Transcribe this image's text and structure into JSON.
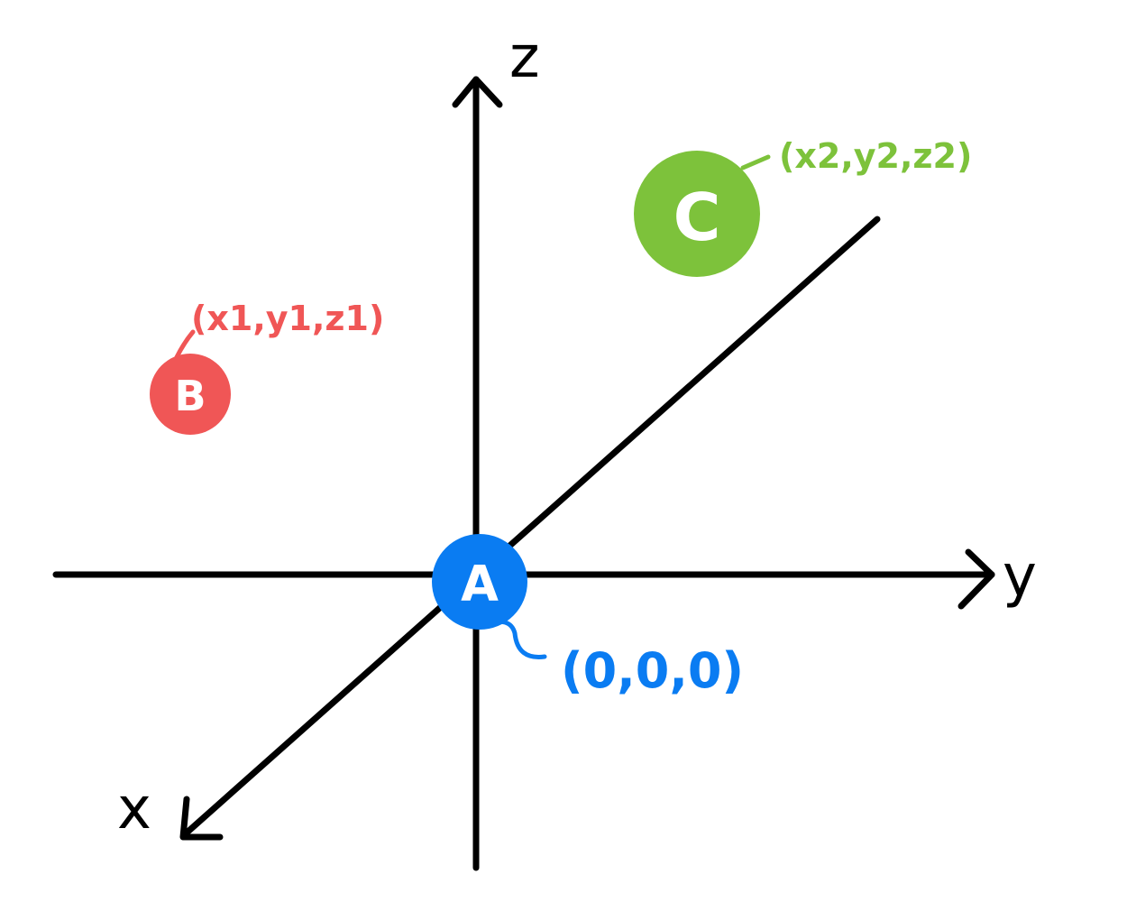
{
  "axes": {
    "z": "z",
    "y": "y",
    "x": "x"
  },
  "points": {
    "A": {
      "letter": "A",
      "coords": "(0,0,0)",
      "color": "#0a7cf2"
    },
    "B": {
      "letter": "B",
      "coords": "(x1,y1,z1)",
      "color": "#f05656"
    },
    "C": {
      "letter": "C",
      "coords": "(x2,y2,z2)",
      "color": "#7dc23b"
    }
  }
}
